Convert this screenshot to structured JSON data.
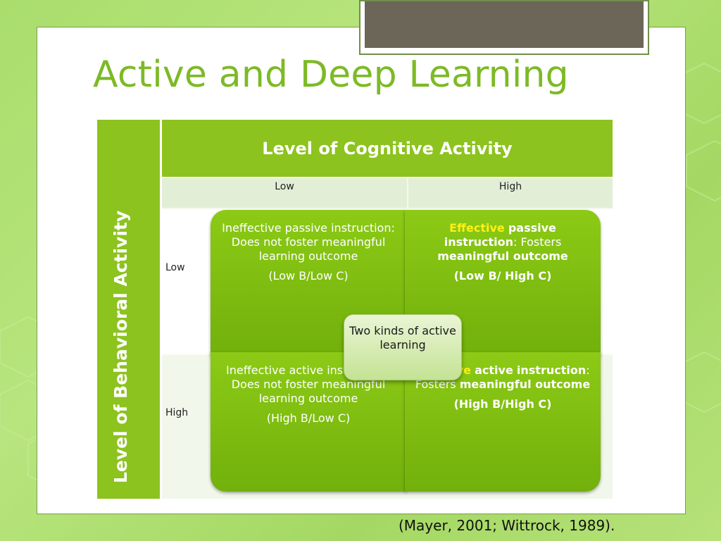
{
  "slide": {
    "title": "Active and Deep Learning",
    "side_label": "Level of Behavioral Activity",
    "header": "Level of Cognitive Activity",
    "columns": [
      "Low",
      "High"
    ],
    "rows": [
      "Low",
      "High"
    ],
    "cells": {
      "q1": {
        "line1": "Ineffective passive instruction: Does not foster meaningful learning outcome",
        "line2": "(Low B/Low C)"
      },
      "q2": {
        "effective": "Effective",
        "kind": "passive",
        "instruction": "instruction",
        "colon": ":  Fosters",
        "outcome": "meaningful outcome",
        "code": "(Low B/ High C)"
      },
      "q3": {
        "line1": "Ineffective active instruction: Does not foster meaningful learning outcome",
        "line2": "(High B/Low C)"
      },
      "q4": {
        "effective": "Effective",
        "kind": "active",
        "instruction": "instruction",
        "colon": ":  Fosters",
        "outcome": "meaningful outcome",
        "code": "(High B/High C)"
      }
    },
    "center": "Two kinds of active learning",
    "citation": "(Mayer, 2001; Wittrock, 1989)."
  },
  "colors": {
    "accent_green": "#8cc31e",
    "title_green": "#7dba26",
    "highlight_yellow": "#ffef16",
    "photo_gray": "#6c6658"
  }
}
